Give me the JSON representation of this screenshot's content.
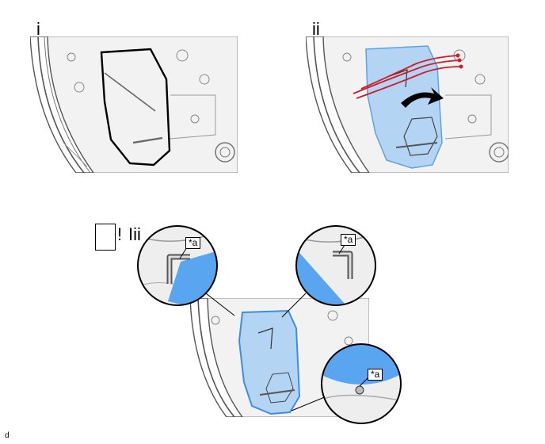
{
  "panels": [
    {
      "step": "i"
    },
    {
      "step": "ii"
    },
    {
      "step": "Iii",
      "caution_mark": "!"
    }
  ],
  "callouts": [
    "*a",
    "*a",
    "*a"
  ],
  "footer_code": "d",
  "colors": {
    "sheet": "#f2f2f2",
    "line": "#7a7a7a",
    "film": "#a9cff5",
    "film_edge": "#5fa0e6",
    "sealant": "#3d8de5",
    "wire": "#cc1f2a",
    "outline": "#000000"
  },
  "icons": [
    "arrow-icon",
    "cable-icon",
    "hole-icon"
  ]
}
